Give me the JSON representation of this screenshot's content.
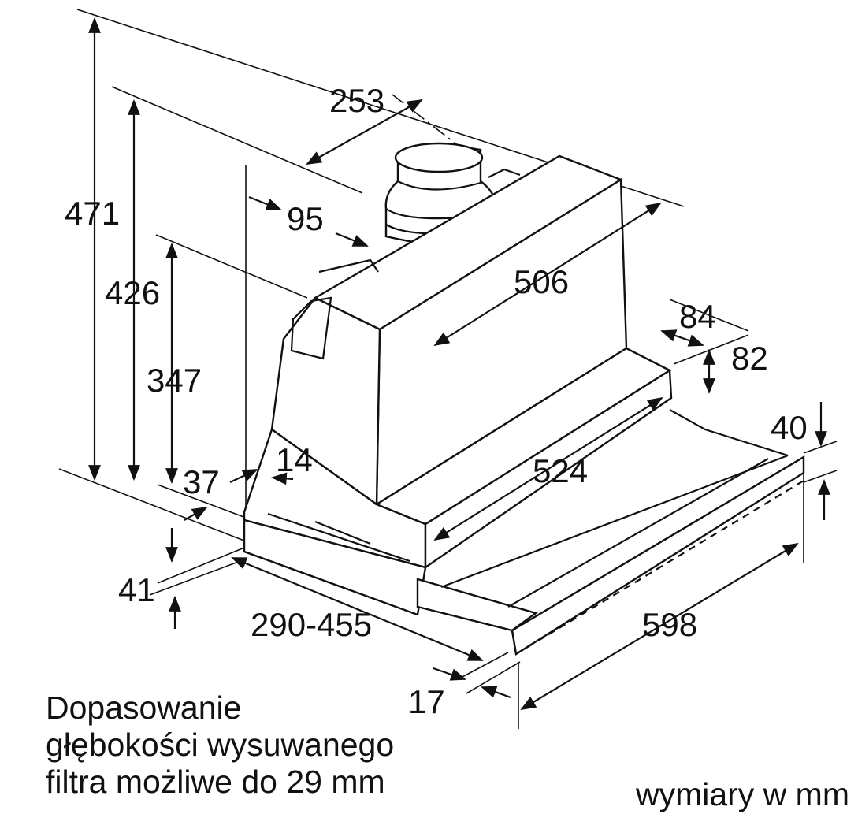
{
  "dimensions": {
    "d471": "471",
    "d426": "426",
    "d347": "347",
    "d253": "253",
    "d95": "95",
    "d506": "506",
    "d84": "84",
    "d82": "82",
    "d40": "40",
    "d524": "524",
    "d14": "14",
    "d37": "37",
    "d41": "41",
    "d290_455": "290-455",
    "d17": "17",
    "d598": "598"
  },
  "notes": {
    "filter_depth": "Dopasowanie\ngłębokości wysuwanego\nfiltra możliwe do 29 mm",
    "units": "wymiary w mm"
  }
}
